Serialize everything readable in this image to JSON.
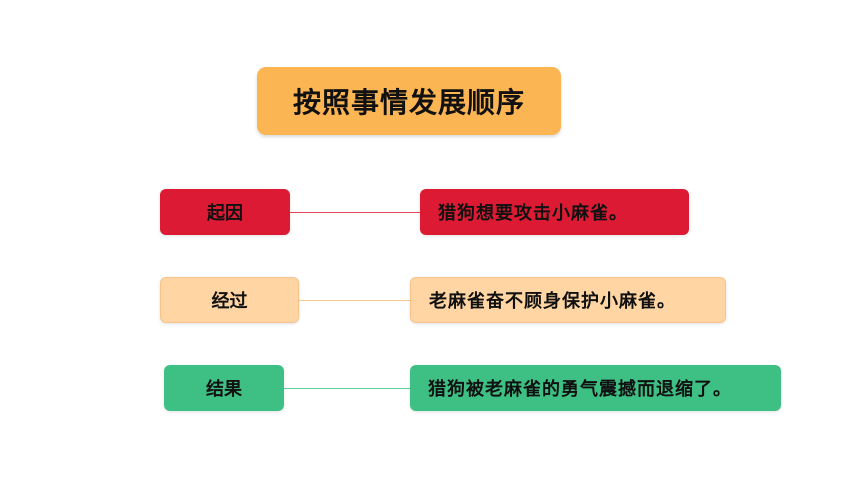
{
  "title": "按照事情发展顺序",
  "rows": [
    {
      "label": "起因",
      "content": "猎狗想要攻击小麻雀。",
      "color": "#dd1a34",
      "line_color": "#e0485a"
    },
    {
      "label": "经过",
      "content": "老麻雀奋不顾身保护小麻雀。",
      "color": "#ffd6a3",
      "line_color": "#f7c98f"
    },
    {
      "label": "结果",
      "content": "猎狗被老麻雀的勇气震撼而退缩了。",
      "color": "#3ec085",
      "line_color": "#5bcf9a"
    }
  ]
}
